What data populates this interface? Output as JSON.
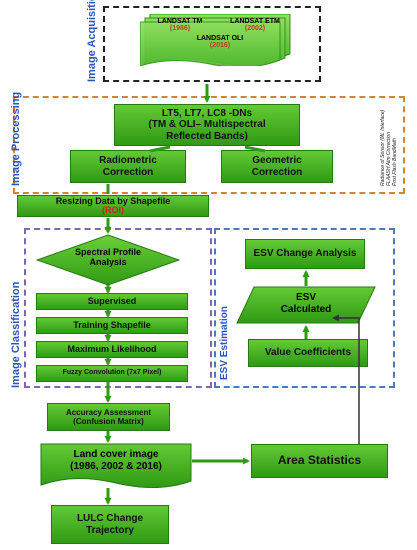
{
  "sections": {
    "acquisition": "Image Acquisition",
    "processing": "Image Processing",
    "classification": "Image Classification",
    "esv_estimation": "ESV Estimation"
  },
  "landsat": {
    "tm": "LANDSAT TM",
    "tm_year": "(1986)",
    "etm": "LANDSAT ETM",
    "etm_year": "(2002)",
    "oli": "LANDSAT OLI",
    "oli_year": "(2016)"
  },
  "processing": {
    "dn_line1": "LT5, LT7, LC8 -DNs",
    "dn_line2": "(TM & OLI– Multispectral",
    "dn_line3": "Reflected Bands)",
    "radiometric_line1": "Radiometric",
    "radiometric_line2": "Correction",
    "geometric_line1": "Geometric",
    "geometric_line2": "Correction",
    "side_note_line1": "Radiance of Sensor (ML Interface)",
    "side_note_line2": "FLAASH Atm Correction",
    "side_note_line3": "Post Flash BandMath"
  },
  "resizing": {
    "label": "Resizing Data by Shapefile",
    "roi": "(ROI)"
  },
  "classification": {
    "spectral_line1": "Spectral Profile",
    "spectral_line2": "Analysis",
    "supervised": "Supervised",
    "training": "Training Shapefile",
    "max_likelihood": "Maximum Likelihood",
    "fuzzy": "Fuzzy Convolution (7x7 Pixel)"
  },
  "esv": {
    "change_analysis": "ESV Change Analysis",
    "calculated_line1": "ESV",
    "calculated_line2": "Calculated",
    "value_coefficients": "Value Coefficients"
  },
  "accuracy": {
    "line1": "Accuracy Assessment",
    "line2": "(Confusion Matrix)"
  },
  "landcover": {
    "line1": "Land cover image",
    "line2": "(1986, 2002 & 2016)"
  },
  "area_statistics": "Area Statistics",
  "lulc": {
    "line1": "LULC Change",
    "line2": "Trajectory"
  },
  "colors": {
    "box_green": "#4cb52a",
    "arrow_green": "#2f9a14",
    "section_label_blue": "#2b56b8",
    "roi_red": "#d6202a",
    "acquisition_border": "#222222",
    "processing_border": "#d9822b",
    "classification_border": "#7b68b0",
    "esv_border": "#4a78c2"
  }
}
